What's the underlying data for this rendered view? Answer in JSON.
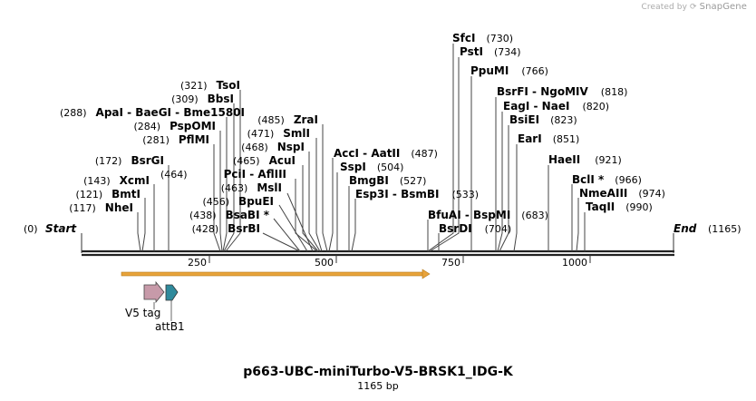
{
  "credit": {
    "prefix": "Created by",
    "brand": "SnapGene"
  },
  "sequence": {
    "name": "p663-UBC-miniTurbo-V5-BRSK1_IDG-K",
    "length_label": "1165 bp",
    "length": 1165
  },
  "ends": {
    "start": {
      "label": "Start",
      "pos": "(0)"
    },
    "end": {
      "label": "End",
      "pos": "(1165)"
    }
  },
  "ruler_ticks": [
    "250",
    "500",
    "750",
    "1000"
  ],
  "sites": [
    {
      "label": "SfcI",
      "pos": "(730)"
    },
    {
      "label": "PstI",
      "pos": "(734)"
    },
    {
      "label": "PpuMI",
      "pos": "(766)"
    },
    {
      "label": "BsrFI - NgoMIV",
      "pos": "(818)"
    },
    {
      "label": "EagI - NaeI",
      "pos": "(820)"
    },
    {
      "label": "BsiEI",
      "pos": "(823)"
    },
    {
      "label": "EarI",
      "pos": "(851)"
    },
    {
      "label": "HaeII",
      "pos": "(921)"
    },
    {
      "label": "BclI *",
      "pos": "(966)"
    },
    {
      "label": "NmeAIII",
      "pos": "(974)"
    },
    {
      "label": "TaqII",
      "pos": "(990)"
    },
    {
      "label": "BfuAI - BspMI",
      "pos": "(683)"
    },
    {
      "label": "BsrDI",
      "pos": "(704)"
    },
    {
      "label": "AccI - AatII",
      "pos": "(487)"
    },
    {
      "label": "SspI",
      "pos": "(504)"
    },
    {
      "label": "BmgBI",
      "pos": "(527)"
    },
    {
      "label": "Esp3I - BsmBI",
      "pos": "(533)"
    },
    {
      "label": "TsoI",
      "pos": "(321)"
    },
    {
      "label": "BbsI",
      "pos": "(309)"
    },
    {
      "label": "ApaI - BaeGI - Bme1580I",
      "pos": "(288)"
    },
    {
      "label": "PspOMI",
      "pos": "(284)"
    },
    {
      "label": "PflMI",
      "pos": "(281)"
    },
    {
      "label": "BsrGI",
      "pos": "(172)"
    },
    {
      "label": "XcmI",
      "pos": "(143)"
    },
    {
      "label": "BmtI",
      "pos": "(121)"
    },
    {
      "label": "NheI",
      "pos": "(117)"
    },
    {
      "label": "ZraI",
      "pos": "(485)"
    },
    {
      "label": "SmlI",
      "pos": "(471)"
    },
    {
      "label": "NspI",
      "pos": "(468)"
    },
    {
      "label": "AcuI",
      "pos": "(465)"
    },
    {
      "label": "PciI - AflIII",
      "pos": "(464)"
    },
    {
      "label": "MslI",
      "pos": "(463)"
    },
    {
      "label": "BpuEI",
      "pos": "(456)"
    },
    {
      "label": "BsaBI *",
      "pos": "(438)"
    },
    {
      "label": "BsrBI",
      "pos": "(428)"
    }
  ],
  "features": [
    {
      "name": "V5 tag",
      "color": "#c79aa9"
    },
    {
      "name": "attB1",
      "color": "#2f8a9c"
    }
  ],
  "orf_color": "#e8a33a"
}
